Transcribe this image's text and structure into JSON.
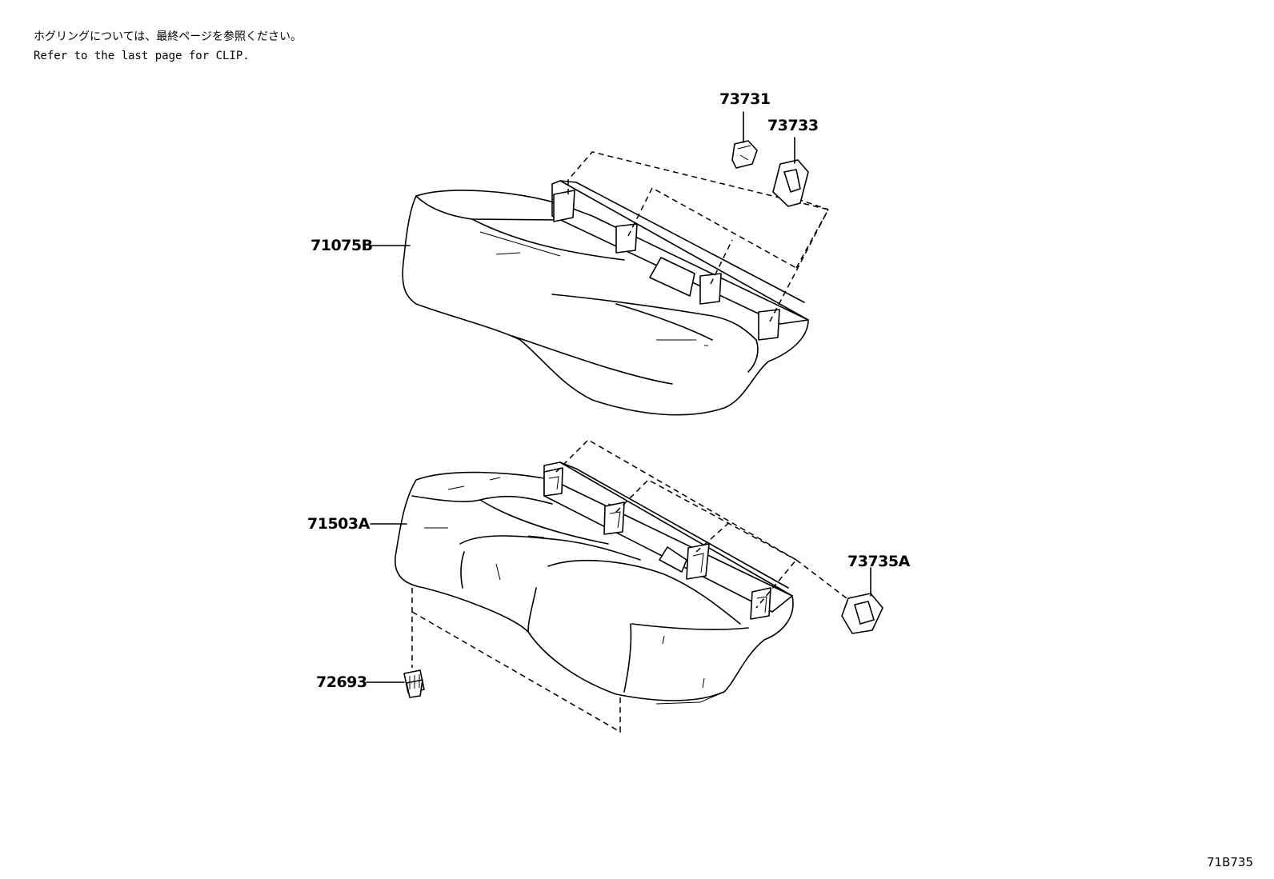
{
  "notes": {
    "japanese": "ホグリングについては、最終ページを参照ください。",
    "english": "Refer to the last page for CLIP."
  },
  "parts": [
    {
      "id": "part-71075b",
      "number": "71075B"
    },
    {
      "id": "part-73731",
      "number": "73731"
    },
    {
      "id": "part-73733",
      "number": "73733"
    },
    {
      "id": "part-71503a",
      "number": "71503A"
    },
    {
      "id": "part-73735a",
      "number": "73735A"
    },
    {
      "id": "part-72693",
      "number": "72693"
    }
  ],
  "diagram_code": "71B735"
}
